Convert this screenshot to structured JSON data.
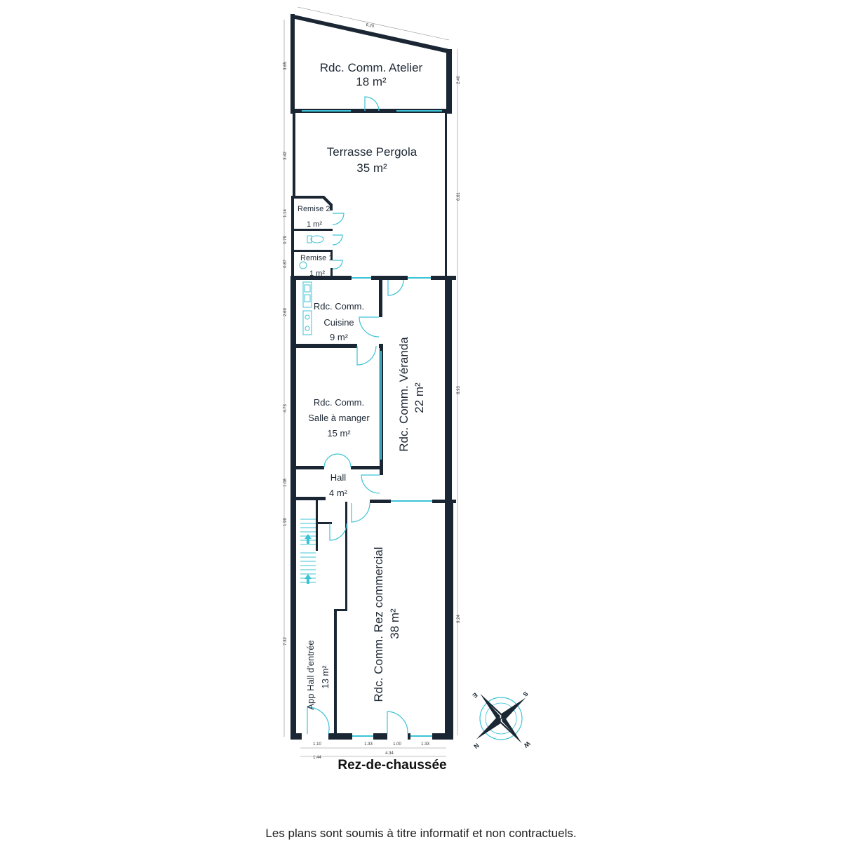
{
  "plan": {
    "level_title": "Rez-de-chaussée",
    "disclaimer": "Les plans sont soumis à titre informatif et non contractuels.",
    "rooms": {
      "atelier": {
        "name": "Rdc. Comm. Atelier",
        "area": "18 m²"
      },
      "terrasse": {
        "name": "Terrasse Pergola",
        "area": "35 m²"
      },
      "remise2": {
        "name": "Remise 2",
        "area": "1 m²"
      },
      "remise1": {
        "name": "Remise 1",
        "area": "1 m²"
      },
      "cuisine": {
        "name_line1": "Rdc. Comm.",
        "name_line2": "Cuisine",
        "area": "9 m²"
      },
      "salle": {
        "name_line1": "Rdc. Comm.",
        "name_line2": "Salle à manger",
        "area": "15 m²"
      },
      "veranda": {
        "name": "Rdc. Comm. Véranda",
        "area": "22 m²"
      },
      "hall": {
        "name": "Hall",
        "area": "4 m²"
      },
      "rez_commercial": {
        "name": "Rdc. Comm. Rez commercial",
        "area": "38 m²"
      },
      "app_hall": {
        "name": "App Hall d'entrée",
        "area": "13 m²"
      }
    },
    "dimensions": {
      "top": "6.20",
      "left_atelier": "3.65",
      "right_atelier": "2.40",
      "left_terrasse": "3.42",
      "right_terrasse": "6.61",
      "left_remise2": "1.14",
      "left_wc": "0.79",
      "left_remise1": "0.87",
      "left_cuisine": "2.69",
      "right_veranda": "8.93",
      "left_salle": "4.73",
      "left_hall": "1.08",
      "left_stair": "1.99",
      "left_app": "7.32",
      "right_commercial": "9.24",
      "bottom_app": "1.10",
      "bottom_c1": "1.33",
      "bottom_c2": "1.00",
      "bottom_c3": "1.33",
      "bottom_total_left": "1.44",
      "bottom_total_right": "4.34"
    },
    "compass": {
      "n": "N",
      "e": "E",
      "s": "S",
      "w": "W"
    },
    "colors": {
      "wall": "#1a2633",
      "opening": "#3cc3d6",
      "text": "#1f2a36"
    }
  }
}
